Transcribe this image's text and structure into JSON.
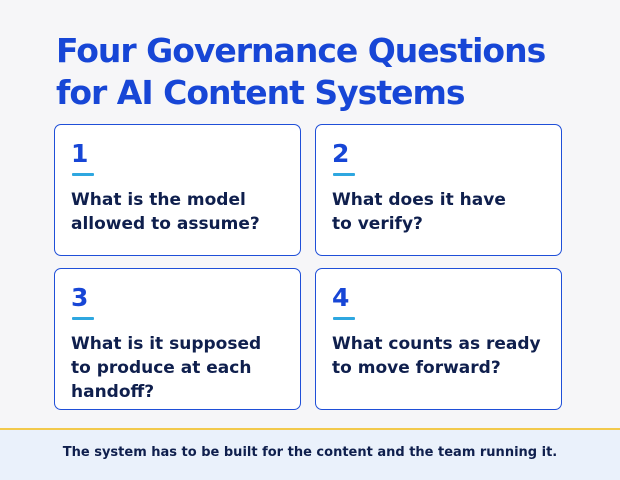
{
  "header": {
    "title_line1": "Four Governance Questions",
    "title_line2": "for AI Content Systems"
  },
  "cards": [
    {
      "number": "1",
      "line1": "What is the model",
      "line2": "allowed to assume?",
      "line3": ""
    },
    {
      "number": "2",
      "line1": "What does it have",
      "line2": "to verify?",
      "line3": ""
    },
    {
      "number": "3",
      "line1": "What is it supposed",
      "line2": "to produce at each",
      "line3": "handoff?"
    },
    {
      "number": "4",
      "line1": "What counts as ready",
      "line2": "to move forward?",
      "line3": ""
    }
  ],
  "footer": {
    "text": "The system has to be built for the content and the team running it."
  },
  "colors": {
    "accent_blue": "#1746d6",
    "card_border": "#1f4fd8",
    "underline_cyan": "#2ea7e0",
    "text_navy": "#0f1f4d",
    "footer_bg": "#eaf1fb",
    "footer_rule": "#f2c94c",
    "page_bg": "#f6f6f8"
  }
}
